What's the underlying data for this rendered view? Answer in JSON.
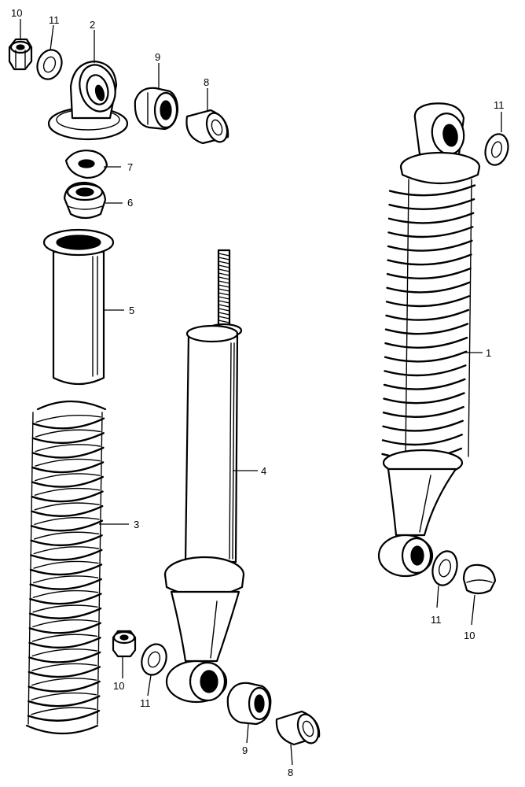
{
  "callouts": {
    "c1": "1",
    "c2": "2",
    "c3": "3",
    "c4": "4",
    "c5": "5",
    "c6": "6",
    "c7": "7",
    "c8a": "8",
    "c8b": "8",
    "c9a": "9",
    "c9b": "9",
    "c10a": "10",
    "c10b": "10",
    "c10c": "10",
    "c11a": "11",
    "c11b": "11",
    "c11c": "11",
    "c11d": "11"
  }
}
